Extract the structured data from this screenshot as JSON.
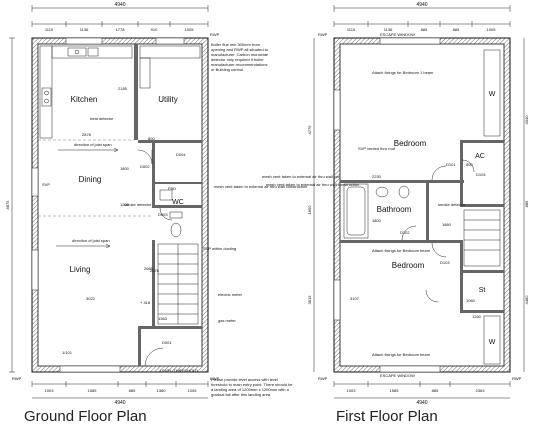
{
  "ground": {
    "caption": "Ground Floor Plan",
    "overall_width": "4940",
    "overall_depth": "8875",
    "top_dims": [
      "1115",
      "1136",
      "1778",
      "910",
      "1005"
    ],
    "bottom_dims": [
      "1003",
      "1585",
      "885",
      "1380",
      "1005"
    ],
    "rooms": {
      "kitchen": "Kitchen",
      "utility": "Utility",
      "dining": "Dining",
      "living": "Living",
      "wc": "WC"
    },
    "labels": {
      "heat_detector": "heat detector",
      "joist_1": "direction of joist span",
      "joist_2": "direction of joist span",
      "smoke": "smoke detector",
      "svp": "SVP",
      "svp_duct": "SVP within ducting",
      "electric_meter": "electric meter",
      "gas_meter": "gas meter",
      "threshold": "LEVEL THRESHOLD",
      "steps": "+ 418",
      "d001": "D001",
      "d002": "D002",
      "d003": "D003",
      "d004": "D004",
      "fbd": "FBD",
      "w01": "1/101",
      "dim_a": "2878",
      "dim_b": "3022",
      "dim_c": "2665",
      "dim_d": "1200",
      "dim_e": "1800",
      "dim_f": "1363",
      "dim_g": "800",
      "dim_h": "2185",
      "dim_i": "2378",
      "sw1": "RWP",
      "sw2": "RWP",
      "sw3": "RWP",
      "mesh1": "mesh vent taken to external air thru wall construction",
      "mesh2": "mesh vent taken to external air thru wall construction"
    },
    "notes": "Boiler flue min 300mm from opening and RWP all situated to manufacturer. Carbon monoxide detector only required if boiler manufacturer recommendations or Building control.",
    "notes2": "Please provide level access with level threshold to main entry point. There should be a landing area of 1200mm x 1200mm with a gradual fall after this landing area."
  },
  "first": {
    "caption": "First Floor Plan",
    "overall_width": "4940",
    "overall_depth_right": "4040",
    "overall_depth_right2": "4480",
    "left_dims": [
      "4776",
      "1850",
      "3815"
    ],
    "right_dims": [
      "885"
    ],
    "top_dims": [
      "1115",
      "1136",
      "885",
      "885",
      "1005"
    ],
    "bottom_dims": [
      "1003",
      "1585",
      "885",
      "2363"
    ],
    "rooms": {
      "bedroom1": "Bedroom",
      "bedroom2": "Bedroom",
      "bathroom": "Bathroom",
      "ac": "AC",
      "st": "St",
      "w1": "W",
      "w2": "W"
    },
    "labels": {
      "escape1": "ESCAPE WINDOW",
      "escape2": "ESCAPE WINDOW",
      "hatch1": "Attach fixings for Bedroom 1 beam",
      "hatch2": "Attach fixings for Bedroom beam",
      "hatch3": "Attach fixings for Bedroom beam",
      "svp": "SVP vented thru roof",
      "smoke": "smoke detector",
      "d101": "D101",
      "d102": "D102",
      "d103": "D103",
      "d104": "D104",
      "dim_a": "2230",
      "dim_b": "1800",
      "dim_c": "1860",
      "dim_d": "3107",
      "dim_e": "1260",
      "dim_f": "800",
      "dim_g": "1060",
      "mesh": "mesh vent taken to external air thru wall construction",
      "rwp1": "RWP",
      "rwp2": "RWP",
      "rwp3": "RWP"
    }
  }
}
